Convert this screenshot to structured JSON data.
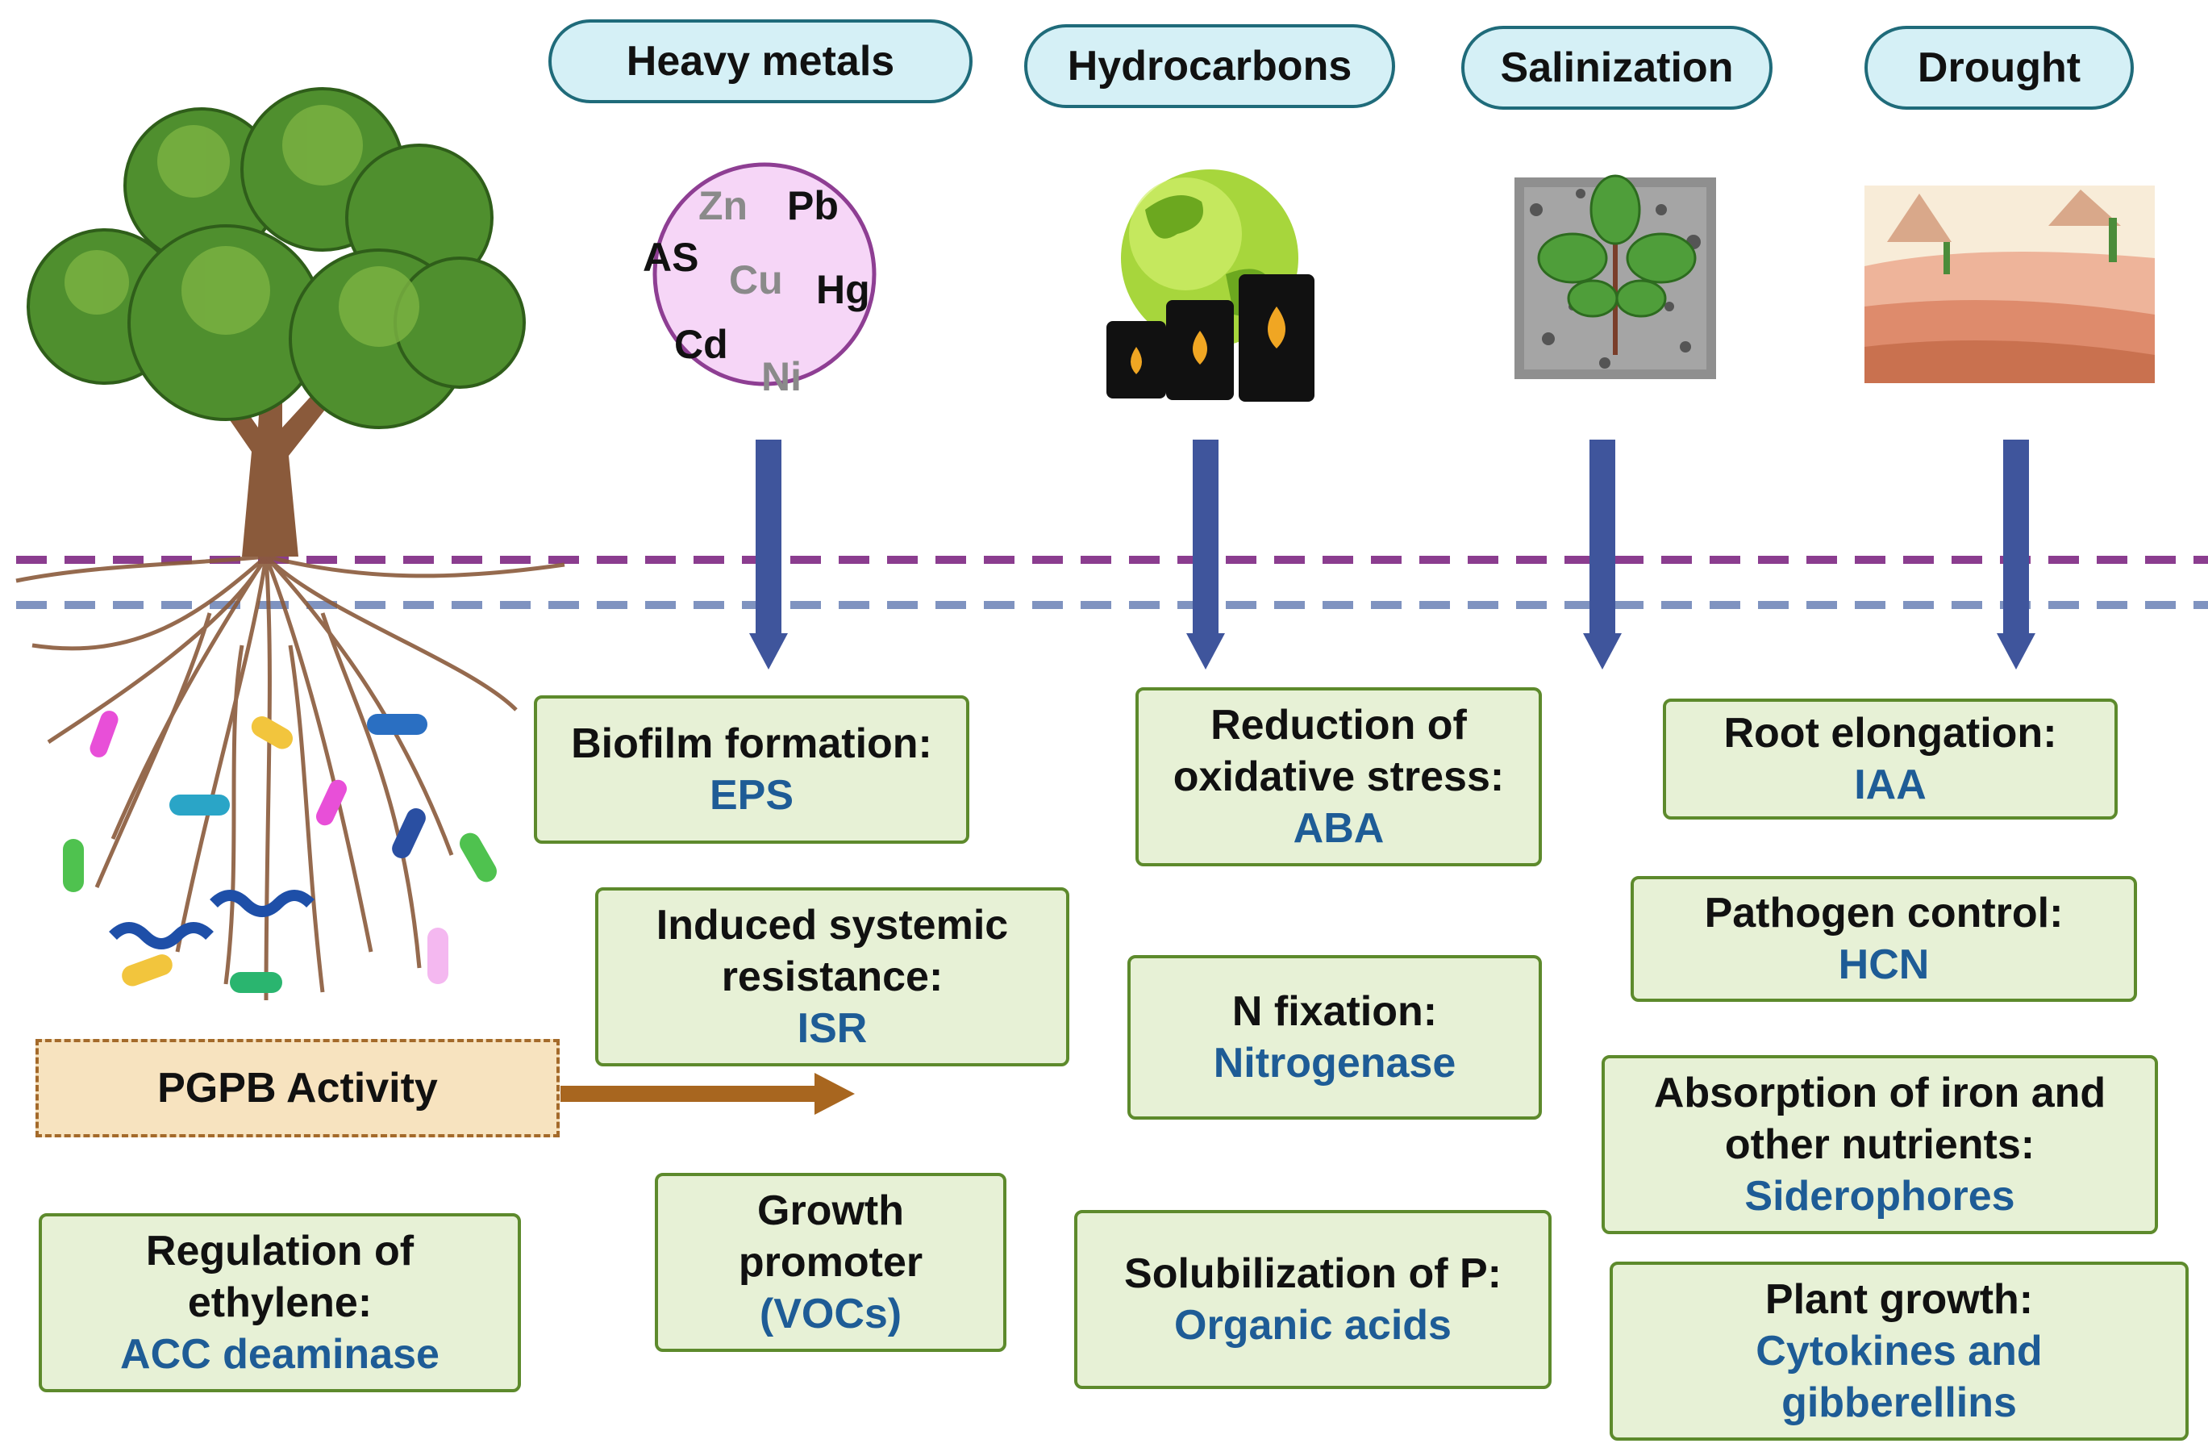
{
  "stressors": [
    {
      "id": "heavy-metals",
      "label": "Heavy metals"
    },
    {
      "id": "hydrocarbons",
      "label": "Hydrocarbons"
    },
    {
      "id": "salinization",
      "label": "Salinization"
    },
    {
      "id": "drought",
      "label": "Drought"
    }
  ],
  "metals": [
    "Zn",
    "Pb",
    "AS",
    "Cu",
    "Hg",
    "Cd",
    "Ni"
  ],
  "pgpb": {
    "label": "PGPB Activity"
  },
  "mechanisms": [
    {
      "id": "biofilm",
      "title": "Biofilm formation:",
      "agent": "EPS"
    },
    {
      "id": "isr",
      "title": "Induced systemic resistance:",
      "agent": "ISR"
    },
    {
      "id": "growth-promoter",
      "title": "Growth promoter",
      "agent": "(VOCs)"
    },
    {
      "id": "ethylene",
      "title": "Regulation of ethylene:",
      "agent": "ACC deaminase"
    },
    {
      "id": "oxidative",
      "title": "Reduction of oxidative stress:",
      "agent": "ABA"
    },
    {
      "id": "n-fixation",
      "title": "N fixation:",
      "agent": "Nitrogenase"
    },
    {
      "id": "p-solubilization",
      "title": "Solubilization of P:",
      "agent": "Organic acids"
    },
    {
      "id": "root-elongation",
      "title": "Root elongation:",
      "agent": "IAA"
    },
    {
      "id": "pathogen-control",
      "title": "Pathogen control:",
      "agent": "HCN"
    },
    {
      "id": "iron-absorption",
      "title": "Absorption of iron and other nutrients:",
      "agent": "Siderophores"
    },
    {
      "id": "plant-growth",
      "title": "Plant growth:",
      "agent": "Cytokines and gibberellins"
    }
  ],
  "colors": {
    "pill_fill": "#d5f0f6",
    "pill_border": "#1f6b7a",
    "box_fill": "#e7f1d6",
    "box_border": "#5d8a2c",
    "agent_text": "#1e5c96",
    "arrow_blue": "#3f559c",
    "arrow_brown": "#a8661f",
    "soil_line_purple": "#8b3d8f",
    "soil_line_blue": "#7f93c0"
  }
}
